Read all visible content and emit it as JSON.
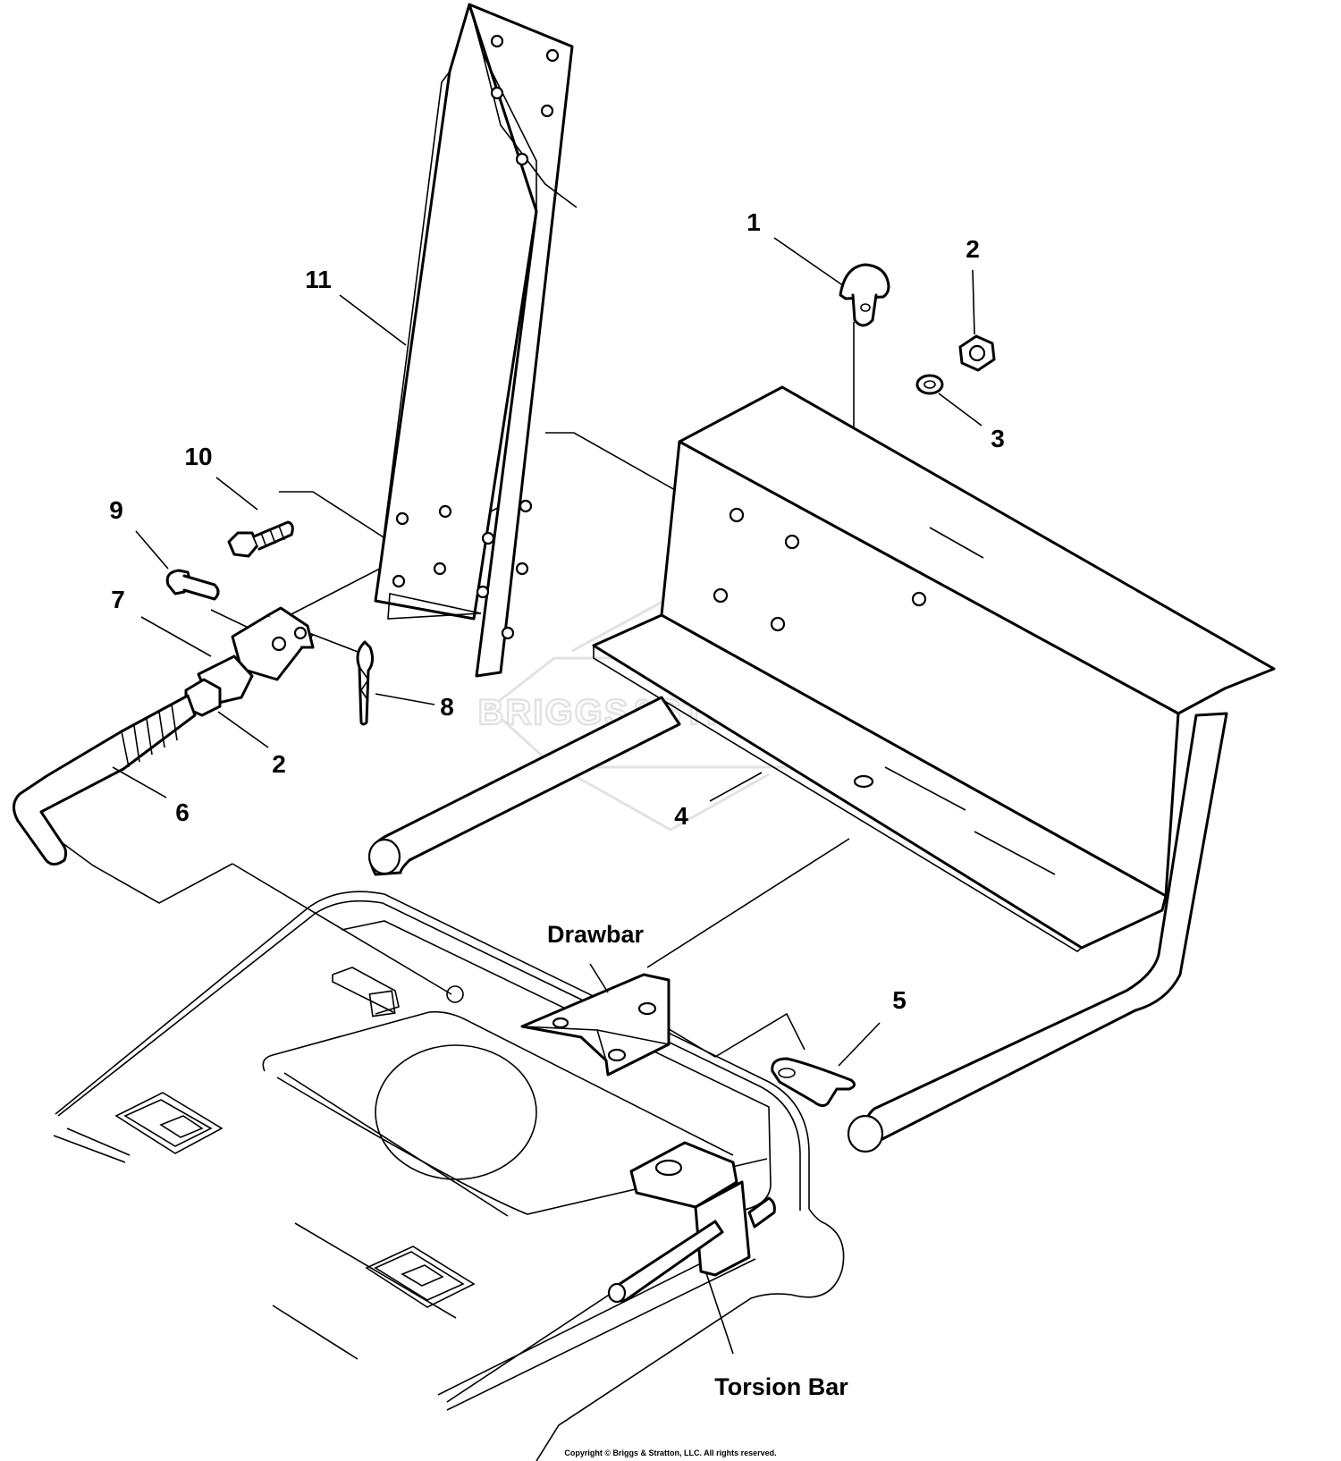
{
  "callouts": {
    "c1": "1",
    "c2a": "2",
    "c3": "3",
    "c4": "4",
    "c5": "5",
    "c6": "6",
    "c7": "7",
    "c8": "8",
    "c2b": "2",
    "c9": "9",
    "c10": "10",
    "c11": "11"
  },
  "labels": {
    "drawbar": "Drawbar",
    "torsion_bar": "Torsion Bar"
  },
  "watermark": "BRIGGS&STRATTON",
  "copyright": "Copyright © Briggs & Stratton, LLC. All rights reserved."
}
